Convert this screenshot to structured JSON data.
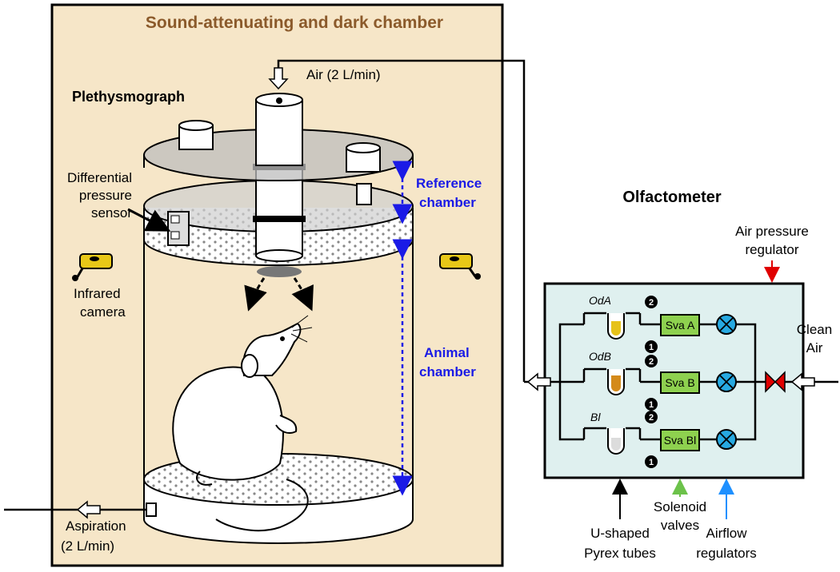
{
  "chamber": {
    "title": "Sound-attenuating and dark chamber",
    "plethysmograph": "Plethysmograph",
    "air_in": "Air (2 L/min)",
    "sensor_line1": "Differential",
    "sensor_line2": "pressure",
    "sensor_line3": "sensor",
    "camera_line1": "Infrared",
    "camera_line2": "camera",
    "reference_line1": "Reference",
    "reference_line2": "chamber",
    "animal_line1": "Animal",
    "animal_line2": "chamber",
    "aspiration_line1": "Aspiration",
    "aspiration_line2": "(2 L/min)"
  },
  "olfactometer": {
    "title": "Olfactometer",
    "regulator_line1": "Air pressure",
    "regulator_line2": "regulator",
    "clean_line1": "Clean",
    "clean_line2": "Air",
    "tubes": [
      {
        "label": "OdA",
        "valve": "Sva A"
      },
      {
        "label": "OdB",
        "valve": "Sva B"
      },
      {
        "label": "Bl",
        "valve": "Sva Bl"
      }
    ],
    "port_top": "2",
    "port_bottom": "1",
    "legend_tubes_line1": "U-shaped",
    "legend_tubes_line2": "Pyrex tubes",
    "legend_valves_line1": "Solenoid",
    "legend_valves_line2": "valves",
    "legend_airflow_line1": "Airflow",
    "legend_airflow_line2": "regulators"
  },
  "colors": {
    "chamber_fill": "#f6e6c8",
    "olfactometer_fill": "#dff0ef",
    "valve_fill": "#8ed14f",
    "regulator_fill": "#27a9e1",
    "pressure_valve": "#e00000",
    "title_brown": "#8b5a2b",
    "label_blue": "#1a1ae6",
    "odor_a": "#e6c21a",
    "odor_b": "#d48a1a"
  }
}
